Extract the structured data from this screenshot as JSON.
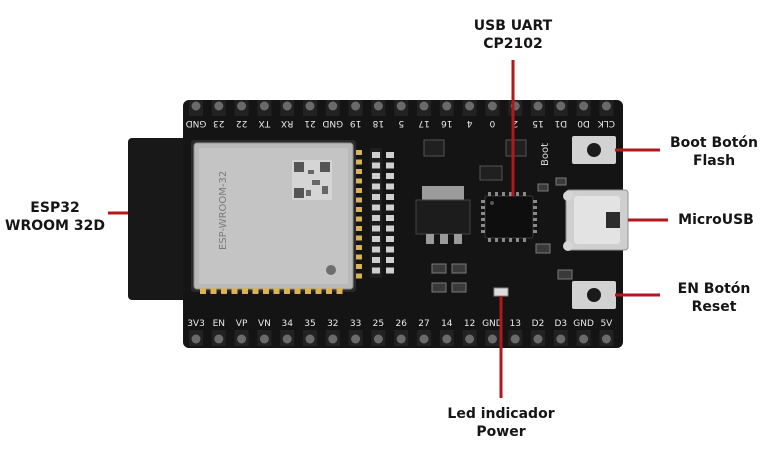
{
  "title_top": {
    "line1": "USB UART",
    "line2": "CP2102"
  },
  "labels": {
    "esp32": {
      "line1": "ESP32",
      "line2": "WROOM 32D"
    },
    "boot": {
      "line1": "Boot Botón",
      "line2": "Flash"
    },
    "microusb": {
      "line1": "MicroUSB"
    },
    "en": {
      "line1": "EN Botón",
      "line2": "Reset"
    },
    "led": {
      "line1": "Led indicador",
      "line2": "Power"
    }
  },
  "board": {
    "top_pins": [
      "GND",
      "23",
      "22",
      "TX",
      "RX",
      "21",
      "GND",
      "19",
      "18",
      "5",
      "17",
      "16",
      "4",
      "0",
      "2",
      "15",
      "D1",
      "D0",
      "CLK"
    ],
    "bottom_pins": [
      "3V3",
      "EN",
      "VP",
      "VN",
      "34",
      "35",
      "32",
      "33",
      "25",
      "26",
      "27",
      "14",
      "12",
      "GND",
      "13",
      "D2",
      "D3",
      "GND",
      "5V"
    ],
    "boot_silkscreen": "Boot",
    "module_text": "ESP-WROOM-32",
    "colors": {
      "pcb": "#141414",
      "module": "#b9b9b9",
      "antenna": "#181818",
      "pointer": "#b3161c"
    }
  }
}
